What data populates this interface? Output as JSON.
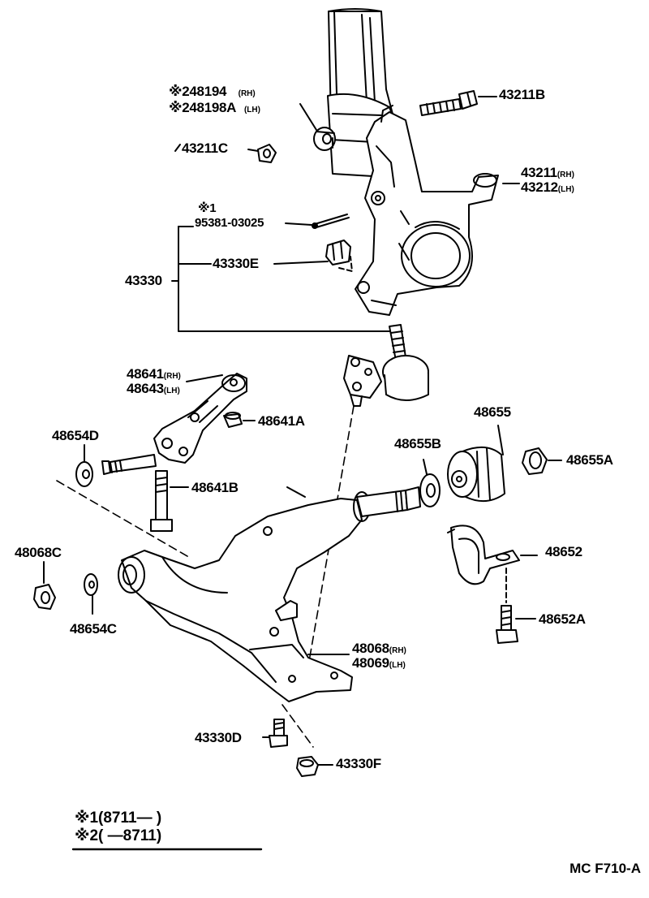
{
  "callouts": {
    "c48194": {
      "mark": "※2",
      "num": "48194",
      "side": "(RH)"
    },
    "c48198A": {
      "mark": "※2",
      "num": "48198A",
      "side": "(LH)"
    },
    "c43211B": {
      "num": "43211B"
    },
    "c43211C": {
      "num": "43211C"
    },
    "c43211": {
      "num": "43211",
      "side": "(RH)"
    },
    "c43212": {
      "num": "43212",
      "side": "(LH)"
    },
    "note1": {
      "mark": "※1"
    },
    "c95381": {
      "num": "95381-03025"
    },
    "c43330": {
      "num": "43330"
    },
    "c43330E": {
      "num": "43330E"
    },
    "c48641": {
      "num": "48641",
      "side": "(RH)"
    },
    "c48643": {
      "num": "48643",
      "side": "(LH)"
    },
    "c48641A": {
      "num": "48641A"
    },
    "c48654D": {
      "num": "48654D"
    },
    "c48641B": {
      "num": "48641B"
    },
    "c48655": {
      "num": "48655"
    },
    "c48655B": {
      "num": "48655B"
    },
    "c48655A": {
      "num": "48655A"
    },
    "c48068C": {
      "num": "48068C"
    },
    "c48654C": {
      "num": "48654C"
    },
    "c48652": {
      "num": "48652"
    },
    "c48652A": {
      "num": "48652A"
    },
    "c48068": {
      "num": "48068",
      "side": "(RH)"
    },
    "c48069": {
      "num": "48069",
      "side": "(LH)"
    },
    "c43330D": {
      "num": "43330D"
    },
    "c43330F": {
      "num": "43330F"
    }
  },
  "footnotes": {
    "line1": "※1(8711―     )",
    "line2": "※2(     ―8711)"
  },
  "diagram_code": "MC  F710-A"
}
